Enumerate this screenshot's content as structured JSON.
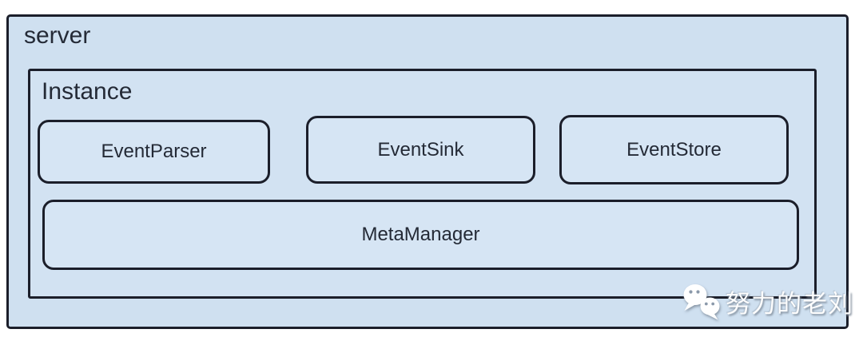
{
  "diagram": {
    "server": {
      "label": "server"
    },
    "instance": {
      "label": "Instance",
      "components": [
        {
          "id": "event-parser",
          "label": "EventParser"
        },
        {
          "id": "event-sink",
          "label": "EventSink"
        },
        {
          "id": "event-store",
          "label": "EventStore"
        }
      ],
      "meta_manager": {
        "label": "MetaManager"
      }
    }
  },
  "watermark": {
    "icon": "wechat-icon",
    "text": "努力的老刘"
  },
  "colors": {
    "canvas_bg": "#ffffff",
    "box_fill": "#d3e3f3",
    "border": "#1b1e2a",
    "label_text": "#242a36",
    "watermark_text": "#ffffff"
  }
}
